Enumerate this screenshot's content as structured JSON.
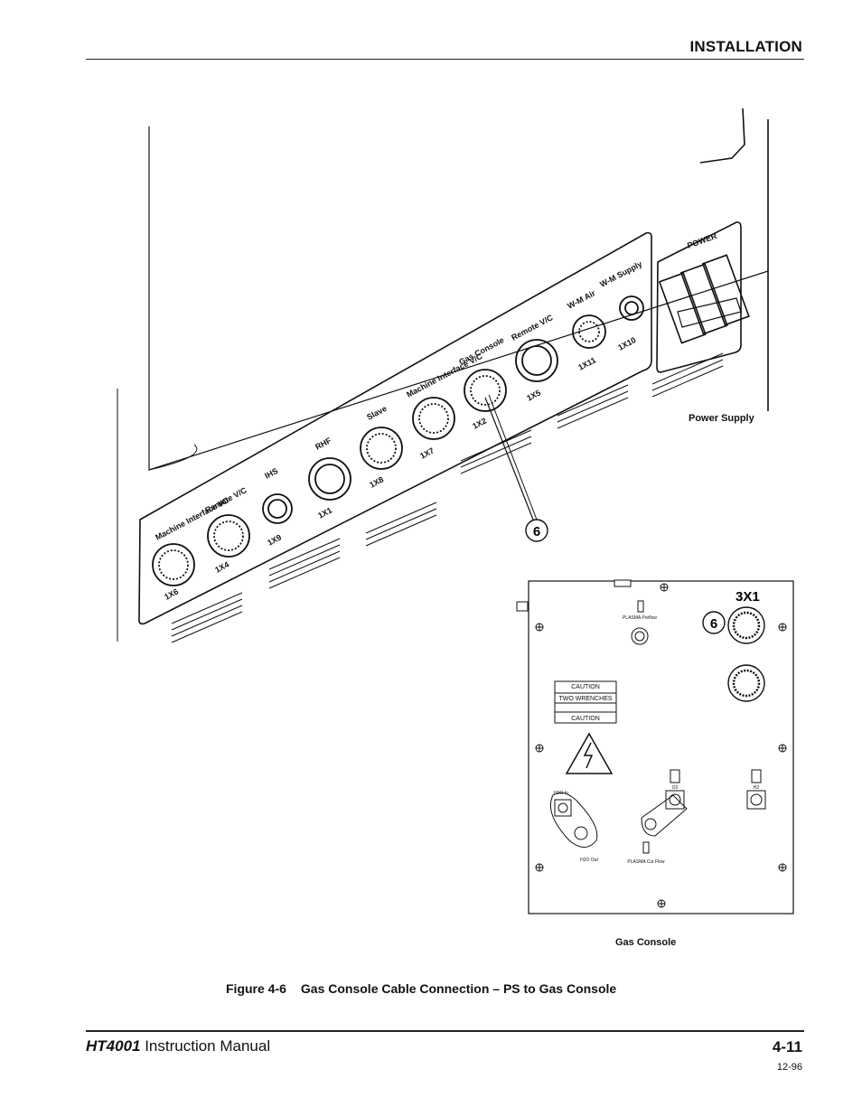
{
  "header": {
    "section": "INSTALLATION"
  },
  "figure": {
    "caption_number": "Figure 4-6",
    "caption_text": "Gas Console Cable Connection – PS to Gas Console",
    "power_supply_label": "Power Supply",
    "gas_console_label": "Gas Console",
    "callout": "6",
    "receptacle_3x1": "3X1",
    "power_label": "POWER",
    "connectors": [
      {
        "name": "Machine Interface I/O",
        "id": "1X6"
      },
      {
        "name": "Remote V/C",
        "id": "1X4"
      },
      {
        "name": "IHS",
        "id": "1X9"
      },
      {
        "name": "RHF",
        "id": "1X1"
      },
      {
        "name": "Slave",
        "id": "1X8"
      },
      {
        "name": "Machine Interface V/C",
        "id": "1X7"
      },
      {
        "name": "Gas Console",
        "id": "1X2"
      },
      {
        "name": "Remote V/C",
        "id": "1X5"
      },
      {
        "name": "W-M Air",
        "id": "1X11"
      },
      {
        "name": "W-M Supply",
        "id": "1X10"
      }
    ],
    "caution_top": "CAUTION",
    "caution_mid": "TWO WRENCHES",
    "caution_bot": "CAUTION",
    "gas_ports": [
      "PLASMA Preflow",
      "O2",
      "H2",
      "H2O In",
      "H2O Out",
      "PLASMA Cut Flow"
    ]
  },
  "footer": {
    "model": "HT4001",
    "manual": " Instruction Manual",
    "page": "4-11",
    "date": "12-96"
  }
}
